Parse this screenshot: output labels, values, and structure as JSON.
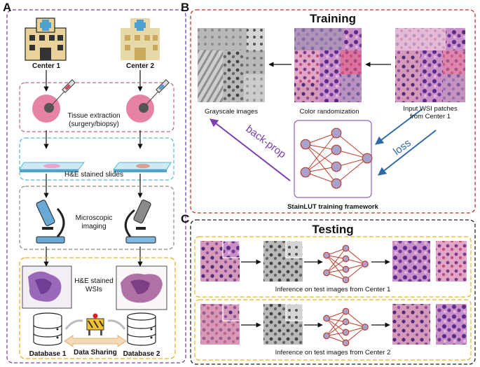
{
  "panel_a": {
    "letter": "A",
    "center1": "Center 1",
    "center2": "Center 2",
    "tissue_line1": "Tissue extraction",
    "tissue_line2": "(surgery/biopsy)",
    "slides": "H&E stained  slides",
    "microscopic_line1": "Microscopic",
    "microscopic_line2": "imaging",
    "wsi_line1": "H&E stained",
    "wsi_line2": "WSIs",
    "database1": "Database 1",
    "database2": "Database 2",
    "data_sharing": "Data Sharing"
  },
  "panel_b": {
    "letter": "B",
    "title": "Training",
    "grayscale": "Grayscale images",
    "color_rand": "Color randomization",
    "input_line1": "Input WSI patches",
    "input_line2": "from Center 1",
    "back_prop": "back-prop",
    "loss": "loss",
    "framework": "StainLUT training framework"
  },
  "panel_c": {
    "letter": "C",
    "title": "Testing",
    "inference1": "Inference on test images from Center 1",
    "inference2": "Inference on test images from Center 2"
  },
  "colors": {
    "panel_a_border": "#7b3fb0",
    "training_border": "#c0392b",
    "testing_border": "#222222",
    "yellow_dash": "#e6b422",
    "pink_dash": "#c9607a",
    "cyan_dash": "#4fb8d8",
    "gray_dash": "#8a8a8a",
    "network_node": "#a7a2cc",
    "network_edge": "#c0392b",
    "backprop": "#7b3fb0",
    "loss": "#2f6aa8",
    "building1": "#e9d29a",
    "building2": "#e8d9a8",
    "cross": "#4f9fd1"
  },
  "icons": [
    "hospital-building-icon",
    "syringe-icon",
    "tissue-icon",
    "glass-slide-icon",
    "microscope-icon",
    "database-icon",
    "barrier-icon",
    "neural-network-icon"
  ]
}
